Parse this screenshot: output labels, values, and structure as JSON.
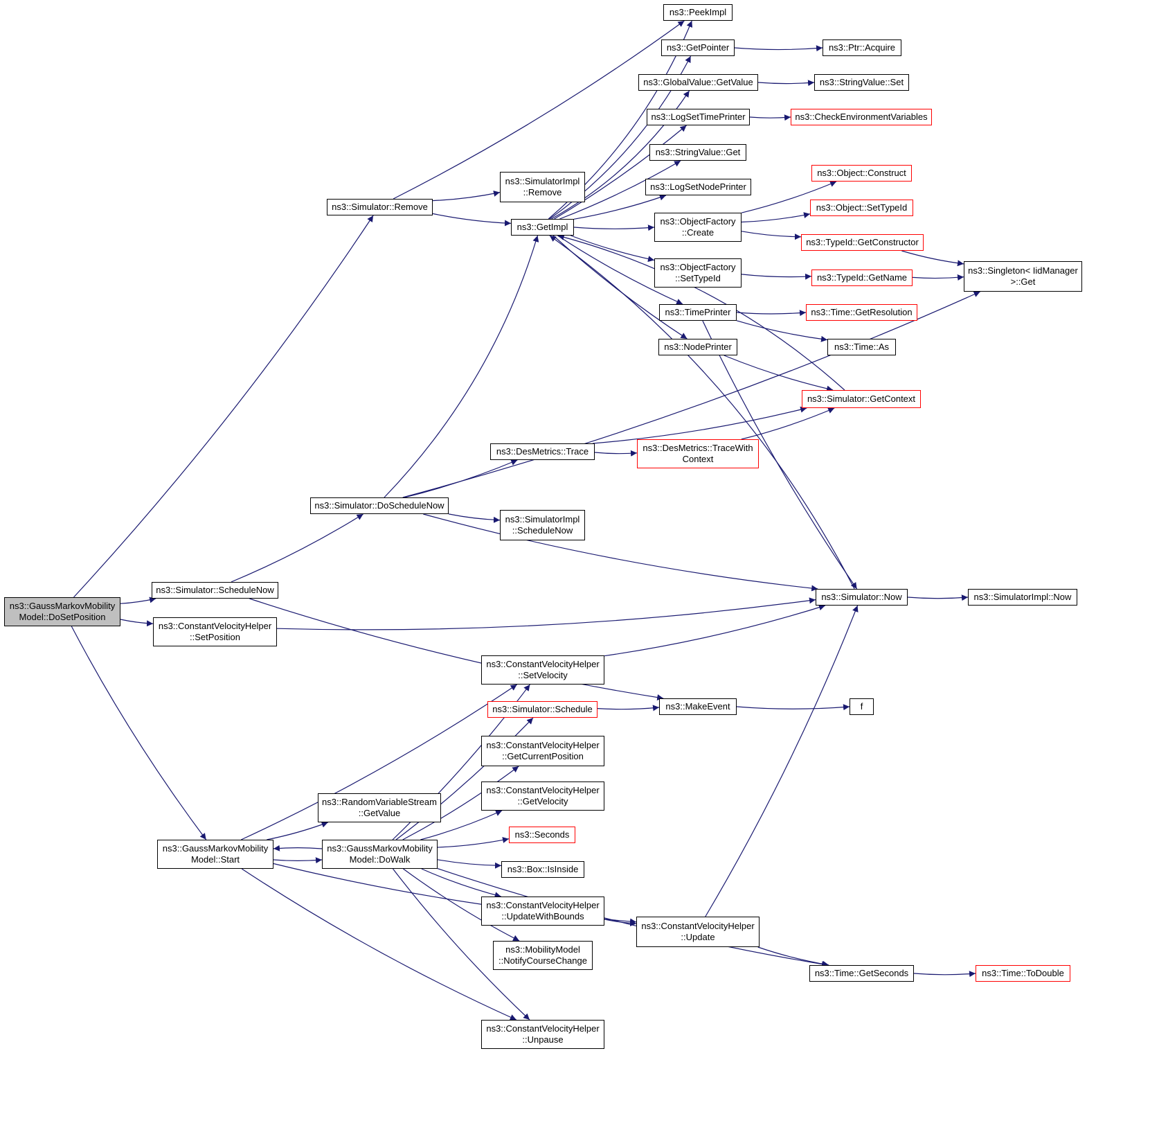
{
  "colors": {
    "edge": "#191970",
    "node_border": "#000000",
    "external_border": "#ff0000",
    "current_fill": "#bfbfbf"
  },
  "nodes": [
    {
      "id": "doSetPosition",
      "lines": [
        "ns3::GaussMarkovMobility",
        "Model::DoSetPosition"
      ],
      "style": "current"
    },
    {
      "id": "simRemove",
      "lines": [
        "ns3::Simulator::Remove"
      ],
      "style": "normal"
    },
    {
      "id": "simScheduleNow",
      "lines": [
        "ns3::Simulator::ScheduleNow"
      ],
      "style": "normal"
    },
    {
      "id": "cvhSetPosition",
      "lines": [
        "ns3::ConstantVelocityHelper",
        "::SetPosition"
      ],
      "style": "normal"
    },
    {
      "id": "gmStart",
      "lines": [
        "ns3::GaussMarkovMobility",
        "Model::Start"
      ],
      "style": "normal"
    },
    {
      "id": "peekImpl",
      "lines": [
        "ns3::PeekImpl"
      ],
      "style": "normal"
    },
    {
      "id": "simImplRemove",
      "lines": [
        "ns3::SimulatorImpl",
        "::Remove"
      ],
      "style": "normal"
    },
    {
      "id": "getImpl",
      "lines": [
        "ns3::GetImpl"
      ],
      "style": "normal"
    },
    {
      "id": "getPointer",
      "lines": [
        "ns3::GetPointer"
      ],
      "style": "normal"
    },
    {
      "id": "ptrAcquire",
      "lines": [
        "ns3::Ptr::Acquire"
      ],
      "style": "normal"
    },
    {
      "id": "gvGetValue",
      "lines": [
        "ns3::GlobalValue::GetValue"
      ],
      "style": "normal"
    },
    {
      "id": "svSet",
      "lines": [
        "ns3::StringValue::Set"
      ],
      "style": "normal"
    },
    {
      "id": "logSetTimePrinter",
      "lines": [
        "ns3::LogSetTimePrinter"
      ],
      "style": "normal"
    },
    {
      "id": "checkEnv",
      "lines": [
        "ns3::CheckEnvironmentVariables"
      ],
      "style": "red"
    },
    {
      "id": "svGet",
      "lines": [
        "ns3::StringValue::Get"
      ],
      "style": "normal"
    },
    {
      "id": "logSetNodePrinter",
      "lines": [
        "ns3::LogSetNodePrinter"
      ],
      "style": "normal"
    },
    {
      "id": "objConstruct",
      "lines": [
        "ns3::Object::Construct"
      ],
      "style": "red"
    },
    {
      "id": "ofCreate",
      "lines": [
        "ns3::ObjectFactory",
        "::Create"
      ],
      "style": "normal"
    },
    {
      "id": "objSetTypeId",
      "lines": [
        "ns3::Object::SetTypeId"
      ],
      "style": "red"
    },
    {
      "id": "tidGetConstructor",
      "lines": [
        "ns3::TypeId::GetConstructor"
      ],
      "style": "red"
    },
    {
      "id": "singletonGet",
      "lines": [
        "ns3::Singleton< IidManager",
        ">::Get"
      ],
      "style": "normal"
    },
    {
      "id": "ofSetTypeId",
      "lines": [
        "ns3::ObjectFactory",
        "::SetTypeId"
      ],
      "style": "normal"
    },
    {
      "id": "tidGetName",
      "lines": [
        "ns3::TypeId::GetName"
      ],
      "style": "red"
    },
    {
      "id": "timePrinter",
      "lines": [
        "ns3::TimePrinter"
      ],
      "style": "normal"
    },
    {
      "id": "timeGetResolution",
      "lines": [
        "ns3::Time::GetResolution"
      ],
      "style": "red"
    },
    {
      "id": "timeAs",
      "lines": [
        "ns3::Time::As"
      ],
      "style": "normal"
    },
    {
      "id": "nodePrinter",
      "lines": [
        "ns3::NodePrinter"
      ],
      "style": "normal"
    },
    {
      "id": "simGetContext",
      "lines": [
        "ns3::Simulator::GetContext"
      ],
      "style": "red"
    },
    {
      "id": "desTrace",
      "lines": [
        "ns3::DesMetrics::Trace"
      ],
      "style": "normal"
    },
    {
      "id": "desTraceWithContext",
      "lines": [
        "ns3::DesMetrics::TraceWith",
        "Context"
      ],
      "style": "red"
    },
    {
      "id": "simDoScheduleNow",
      "lines": [
        "ns3::Simulator::DoScheduleNow"
      ],
      "style": "normal"
    },
    {
      "id": "simImplScheduleNow",
      "lines": [
        "ns3::SimulatorImpl",
        "::ScheduleNow"
      ],
      "style": "normal"
    },
    {
      "id": "simNow",
      "lines": [
        "ns3::Simulator::Now"
      ],
      "style": "normal"
    },
    {
      "id": "simImplNow",
      "lines": [
        "ns3::SimulatorImpl::Now"
      ],
      "style": "normal"
    },
    {
      "id": "cvhSetVelocity",
      "lines": [
        "ns3::ConstantVelocityHelper",
        "::SetVelocity"
      ],
      "style": "normal"
    },
    {
      "id": "simSchedule",
      "lines": [
        "ns3::Simulator::Schedule"
      ],
      "style": "red"
    },
    {
      "id": "makeEvent",
      "lines": [
        "ns3::MakeEvent"
      ],
      "style": "normal"
    },
    {
      "id": "f",
      "lines": [
        "f"
      ],
      "style": "normal"
    },
    {
      "id": "cvhGetCurrentPosition",
      "lines": [
        "ns3::ConstantVelocityHelper",
        "::GetCurrentPosition"
      ],
      "style": "normal"
    },
    {
      "id": "cvhGetVelocity",
      "lines": [
        "ns3::ConstantVelocityHelper",
        "::GetVelocity"
      ],
      "style": "normal"
    },
    {
      "id": "rvsGetValue",
      "lines": [
        "ns3::RandomVariableStream",
        "::GetValue"
      ],
      "style": "normal"
    },
    {
      "id": "gmDoWalk",
      "lines": [
        "ns3::GaussMarkovMobility",
        "Model::DoWalk"
      ],
      "style": "normal"
    },
    {
      "id": "seconds",
      "lines": [
        "ns3::Seconds"
      ],
      "style": "red"
    },
    {
      "id": "boxIsInside",
      "lines": [
        "ns3::Box::IsInside"
      ],
      "style": "normal"
    },
    {
      "id": "cvhUpdateWithBounds",
      "lines": [
        "ns3::ConstantVelocityHelper",
        "::UpdateWithBounds"
      ],
      "style": "normal"
    },
    {
      "id": "cvhUpdate",
      "lines": [
        "ns3::ConstantVelocityHelper",
        "::Update"
      ],
      "style": "normal"
    },
    {
      "id": "mmNotify",
      "lines": [
        "ns3::MobilityModel",
        "::NotifyCourseChange"
      ],
      "style": "normal"
    },
    {
      "id": "timeGetSeconds",
      "lines": [
        "ns3::Time::GetSeconds"
      ],
      "style": "normal"
    },
    {
      "id": "timeToDouble",
      "lines": [
        "ns3::Time::ToDouble"
      ],
      "style": "red"
    },
    {
      "id": "cvhUnpause",
      "lines": [
        "ns3::ConstantVelocityHelper",
        "::Unpause"
      ],
      "style": "normal"
    }
  ],
  "edges": [
    [
      "doSetPosition",
      "simRemove"
    ],
    [
      "doSetPosition",
      "simScheduleNow"
    ],
    [
      "doSetPosition",
      "cvhSetPosition"
    ],
    [
      "doSetPosition",
      "gmStart"
    ],
    [
      "simRemove",
      "peekImpl"
    ],
    [
      "simRemove",
      "simImplRemove"
    ],
    [
      "simRemove",
      "getImpl"
    ],
    [
      "getImpl",
      "peekImpl"
    ],
    [
      "getImpl",
      "getPointer"
    ],
    [
      "getImpl",
      "gvGetValue"
    ],
    [
      "getImpl",
      "logSetTimePrinter"
    ],
    [
      "getImpl",
      "svGet"
    ],
    [
      "getImpl",
      "logSetNodePrinter"
    ],
    [
      "getImpl",
      "ofCreate"
    ],
    [
      "getImpl",
      "ofSetTypeId"
    ],
    [
      "getImpl",
      "timePrinter"
    ],
    [
      "getImpl",
      "nodePrinter"
    ],
    [
      "getPointer",
      "ptrAcquire"
    ],
    [
      "gvGetValue",
      "svSet"
    ],
    [
      "logSetTimePrinter",
      "checkEnv"
    ],
    [
      "ofCreate",
      "objConstruct"
    ],
    [
      "ofCreate",
      "objSetTypeId"
    ],
    [
      "ofCreate",
      "tidGetConstructor"
    ],
    [
      "tidGetConstructor",
      "singletonGet"
    ],
    [
      "ofSetTypeId",
      "tidGetName"
    ],
    [
      "tidGetName",
      "singletonGet"
    ],
    [
      "timePrinter",
      "timeGetResolution"
    ],
    [
      "timePrinter",
      "timeAs"
    ],
    [
      "timePrinter",
      "simNow"
    ],
    [
      "nodePrinter",
      "simGetContext"
    ],
    [
      "simGetContext",
      "getImpl"
    ],
    [
      "desTrace",
      "simGetContext"
    ],
    [
      "desTrace",
      "desTraceWithContext"
    ],
    [
      "desTraceWithContext",
      "simGetContext"
    ],
    [
      "simScheduleNow",
      "simDoScheduleNow"
    ],
    [
      "simDoScheduleNow",
      "getImpl"
    ],
    [
      "simDoScheduleNow",
      "desTrace"
    ],
    [
      "simDoScheduleNow",
      "singletonGet"
    ],
    [
      "simDoScheduleNow",
      "simImplScheduleNow"
    ],
    [
      "simDoScheduleNow",
      "simNow"
    ],
    [
      "simNow",
      "getImpl"
    ],
    [
      "simNow",
      "simImplNow"
    ],
    [
      "simScheduleNow",
      "makeEvent"
    ],
    [
      "cvhSetPosition",
      "simNow"
    ],
    [
      "cvhSetVelocity",
      "simNow"
    ],
    [
      "simSchedule",
      "makeEvent"
    ],
    [
      "makeEvent",
      "f"
    ],
    [
      "gmStart",
      "cvhSetVelocity"
    ],
    [
      "gmStart",
      "rvsGetValue"
    ],
    [
      "gmStart",
      "gmDoWalk"
    ],
    [
      "gmStart",
      "cvhUnpause"
    ],
    [
      "gmStart",
      "cvhUpdate"
    ],
    [
      "gmDoWalk",
      "gmStart"
    ],
    [
      "gmDoWalk",
      "cvhSetVelocity"
    ],
    [
      "gmDoWalk",
      "simSchedule"
    ],
    [
      "gmDoWalk",
      "cvhGetCurrentPosition"
    ],
    [
      "gmDoWalk",
      "cvhGetVelocity"
    ],
    [
      "gmDoWalk",
      "seconds"
    ],
    [
      "gmDoWalk",
      "boxIsInside"
    ],
    [
      "gmDoWalk",
      "cvhUpdateWithBounds"
    ],
    [
      "gmDoWalk",
      "mmNotify"
    ],
    [
      "gmDoWalk",
      "timeGetSeconds"
    ],
    [
      "gmDoWalk",
      "cvhUnpause"
    ],
    [
      "cvhUpdateWithBounds",
      "cvhUpdate"
    ],
    [
      "cvhUpdate",
      "simNow"
    ],
    [
      "cvhUpdate",
      "timeGetSeconds"
    ],
    [
      "timeGetSeconds",
      "timeToDouble"
    ]
  ]
}
